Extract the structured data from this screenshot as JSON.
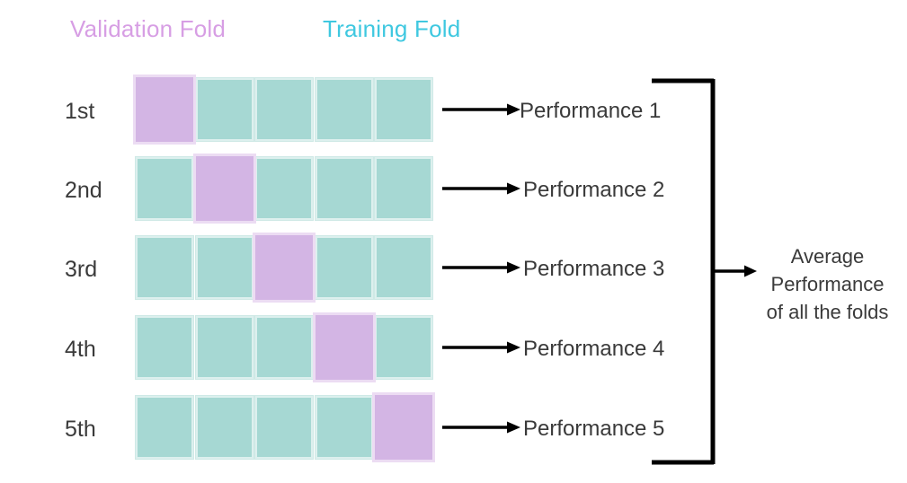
{
  "legend": {
    "validation": {
      "label": "Validation Fold",
      "color": "#d79ee4"
    },
    "training": {
      "label": "Training Fold",
      "color": "#3fc8e0"
    }
  },
  "colors": {
    "validation_fill": "#d3b5e4",
    "validation_border": "#ecdcf3",
    "training_fill": "#a6d8d3",
    "training_border": "#ddf0ee",
    "text": "#3a3a3a",
    "arrow": "#000000",
    "background": "#ffffff"
  },
  "diagram": {
    "type": "k-fold-cross-validation",
    "folds": 5,
    "segments_per_fold": 5
  },
  "rows": [
    {
      "label": "1st",
      "validation_index": 0,
      "segments": [
        "validation",
        "training",
        "training",
        "training",
        "training"
      ],
      "performance": "Performance 1"
    },
    {
      "label": "2nd",
      "validation_index": 1,
      "segments": [
        "training",
        "validation",
        "training",
        "training",
        "training"
      ],
      "performance": "Performance 2"
    },
    {
      "label": "3rd",
      "validation_index": 2,
      "segments": [
        "training",
        "training",
        "validation",
        "training",
        "training"
      ],
      "performance": "Performance 3"
    },
    {
      "label": "4th",
      "validation_index": 3,
      "segments": [
        "training",
        "training",
        "training",
        "validation",
        "training"
      ],
      "performance": "Performance 4"
    },
    {
      "label": "5th",
      "validation_index": 4,
      "segments": [
        "training",
        "training",
        "training",
        "training",
        "validation"
      ],
      "performance": "Performance 5"
    }
  ],
  "average": {
    "lines": [
      "Average",
      "Performance",
      "of all the folds"
    ]
  }
}
